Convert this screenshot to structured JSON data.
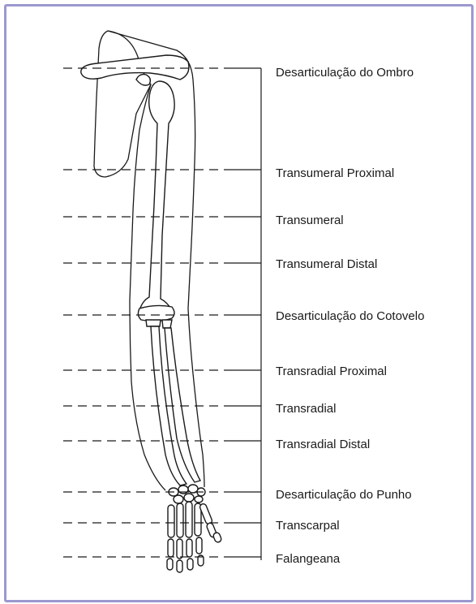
{
  "levels": [
    {
      "label": "Desarticulação do Ombro"
    },
    {
      "label": "Transumeral Proximal"
    },
    {
      "label": "Transumeral"
    },
    {
      "label": "Transumeral Distal"
    },
    {
      "label": "Desarticulação do Cotovelo"
    },
    {
      "label": "Transradial Proximal"
    },
    {
      "label": "Transradial"
    },
    {
      "label": "Transradial Distal"
    },
    {
      "label": "Desarticulação do Punho"
    },
    {
      "label": "Transcarpal"
    },
    {
      "label": "Falangeana"
    }
  ],
  "colors": {
    "frame_border": "#9b98cf",
    "line": "#1a1a1a",
    "background": "#ffffff"
  }
}
